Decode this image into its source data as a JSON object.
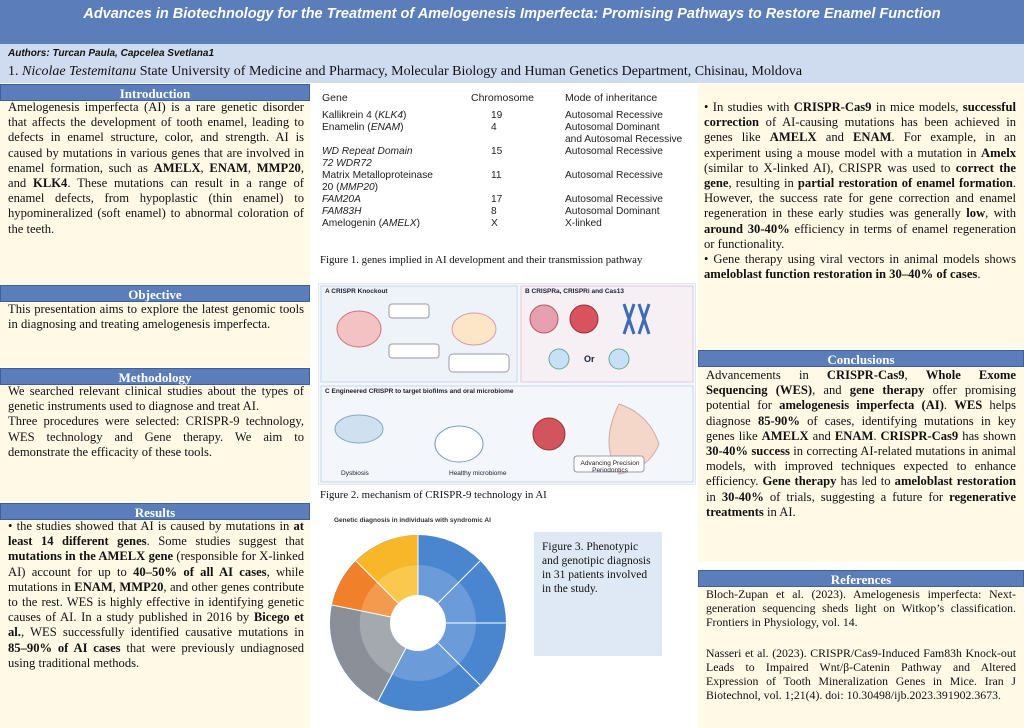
{
  "poster": {
    "title": "Advances in Biotechnology for the Treatment of Amelogenesis Imperfecta: Promising Pathways to Restore Enamel Function",
    "authors": "Authors: Turcan Paula, Capcelea Svetlana1",
    "affiliation_num": "1.",
    "affiliation_inst": "Nicolae Testemitanu",
    "affiliation_rest": "State University of Medicine and Pharmacy, Molecular Biology and Human Genetics Department, Chisinau, Moldova"
  },
  "sections": {
    "introduction": {
      "title": "Introduction",
      "t1": "Amelogenesis imperfecta (AI) is a rare genetic disorder that affects the development of tooth enamel, leading to defects in enamel structure, color, and strength. AI is caused by mutations in various genes that are involved in enamel formation, such as ",
      "b1": "AMELX",
      "t2": ", ",
      "b2": "ENAM",
      "t3": ", ",
      "b3": "MMP20",
      "t4": ", and ",
      "b4": "KLK4",
      "t5": ". These mutations can result in a range of enamel defects, from hypoplastic (thin enamel) to hypomineralized (soft enamel) to abnormal coloration of the teeth."
    },
    "objective": {
      "title": "Objective",
      "text": "This presentation aims to explore the latest genomic tools in diagnosing and treating amelogenesis imperfecta."
    },
    "methodology": {
      "title": "Methodology",
      "p1": "We searched relevant clinical studies about the types of genetic instruments used to diagnose and treat AI.",
      "p2": "Three procedures were selected: CRISPR-9 technology, WES technology and Gene therapy. We aim to demonstrate the efficacity of these tools."
    },
    "results": {
      "title": "Results",
      "t1": "• the studies showed that AI is caused by mutations in ",
      "b1": "at least 14 different genes",
      "t2": ". Some studies suggest that ",
      "b2": "mutations in the AMELX gene",
      "t3": " (responsible for X-linked AI) account for up to ",
      "b3": "40–50% of all AI cases",
      "t4": ", while mutations in ",
      "b4": "ENAM",
      "t5": ", ",
      "b5": "MMP20",
      "t6": ", and other genes contribute to the rest. WES is highly effective in identifying genetic causes of AI. In a study published in 2016 by ",
      "b6": "Bicego et al.",
      "t7": ", WES successfully identified causative mutations in ",
      "b7": "85–90% of AI cases",
      "t8": " that were previously undiagnosed using traditional methods."
    },
    "right_results": {
      "a1": "• In studies with ",
      "ab1": "CRISPR-Cas9",
      "a2": " in mice models, ",
      "ab2": "successful correction",
      "a3": " of AI-causing mutations has been achieved in genes like ",
      "ab3": "AMELX",
      "a4": " and ",
      "ab4": "ENAM",
      "a5": ". For example, in an experiment using a mouse model with a mutation in ",
      "ab5": "Amelx",
      "a6": " (similar to X-linked AI), CRISPR was used to ",
      "ab6": "correct the gene",
      "a7": ", resulting in ",
      "ab7": "partial restoration of enamel formation",
      "a8": ". However, the success rate for gene correction and enamel regeneration in these early studies was generally ",
      "ab8": "low",
      "a9": ", with ",
      "ab9": "around 30-40%",
      "a10": " efficiency in terms of enamel regeneration or functionality.",
      "g1": "• Gene therapy using viral vectors in animal models shows ",
      "gb1": "ameloblast function restoration in 30–40% of cases",
      "g2": "."
    },
    "conclusions": {
      "title": "Conclusions",
      "c1": "Advancements in ",
      "cb1": "CRISPR-Cas9",
      "c2": ", ",
      "cb2": "Whole Exome Sequencing (WES)",
      "c3": ", and ",
      "cb3": "gene therapy",
      "c4": " offer promising potential for ",
      "cb4": "amelogenesis imperfecta (AI)",
      "c5": ". ",
      "cb5": "WES",
      "c6": " helps diagnose ",
      "cb6": "85-90%",
      "c7": " of cases, identifying mutations in key genes like ",
      "cb7": "AMELX",
      "c8": " and ",
      "cb8": "ENAM",
      "c9": ". ",
      "cb9": "CRISPR-Cas9",
      "c10": " has shown ",
      "cb10": "30-40% success",
      "c11": " in correcting AI-related mutations in animal models, with improved techniques expected to enhance efficiency. ",
      "cb11": "Gene therapy",
      "c12": " has led to ",
      "cb12": "ameloblast restoration",
      "c13": " in ",
      "cb13": "30-40%",
      "c14": " of trials, suggesting a future for ",
      "cb14": "regenerative treatments",
      "c15": " in AI."
    },
    "references": {
      "title": "References",
      "r1": "Bloch-Zupan et al. (2023). Amelogenesis imperfecta: Next-generation sequencing sheds light on Witkop’s classification. Frontiers in Physiology, vol. 14.",
      "r2": "Nasseri et al. (2023). CRISPR/Cas9-Induced Fam83h Knock-out Leads to Impaired Wnt/β-Catenin Pathway and Altered Expression of Tooth Mineralization Genes in Mice. Iran J Biotechnol, vol. 1;21(4). doi: 10.30498/ijb.2023.391902.3673."
    }
  },
  "gene_table": {
    "headers": [
      "Gene",
      "Chromosome",
      "Mode of inheritance"
    ],
    "rows": [
      {
        "gene": "Kallikrein 4 (",
        "gene_i": "KLK4",
        "gene_end": ")",
        "chr": "19",
        "mode": "Autosomal Recessive"
      },
      {
        "gene": "Enamelin (",
        "gene_i": "ENAM",
        "gene_end": ")",
        "chr": "4",
        "mode": "Autosomal Dominant\n and Autosomal Recessive"
      },
      {
        "gene": "",
        "gene_i": "WD Repeat Domain\n 72 WDR72",
        "gene_end": "",
        "chr": "15",
        "mode": "Autosomal Recessive"
      },
      {
        "gene": "Matrix Metalloproteinase\n 20 (",
        "gene_i": "MMP20",
        "gene_end": ")",
        "chr": "11",
        "mode": "Autosomal Recessive"
      },
      {
        "gene": "",
        "gene_i": "FAM20A",
        "gene_end": "",
        "chr": "17",
        "mode": "Autosomal Recessive"
      },
      {
        "gene": "",
        "gene_i": "FAM83H",
        "gene_end": "",
        "chr": "8",
        "mode": "Autosomal Dominant"
      },
      {
        "gene": "Amelogenin (",
        "gene_i": "AMELX",
        "gene_end": ")",
        "chr": "X",
        "mode": "X-linked"
      }
    ]
  },
  "figures": {
    "fig1_caption": "Figure 1. genes implied in AI development and their transmission pathway",
    "fig2_caption": "Figure 2. mechanism of CRISPR-9 technology in AI",
    "fig2_panels": {
      "a": "A  CRISPR Knockout",
      "b": "B  CRISPRa, CRISPRi and Cas13",
      "c": "C  Engineered CRISPR to target biofilms and oral microbiome",
      "dysbiosis": "Dysbiosis",
      "healthy": "Healthy microbiome",
      "advancing": "Advancing Precision Periodontics",
      "or": "Or"
    },
    "fig3_caption": "Figure 3. Phenotypic and genotipic diagnosis in 31 patients involved in the study.",
    "pie_title": "Genetic diagnosis in individuals with syndromic AI"
  },
  "colors": {
    "banner": "#5b7dba",
    "section_bg": "#fff9e6",
    "pie_blue": "#4a86cf",
    "pie_gray": "#8a8f98",
    "pie_orange": "#f0802a",
    "pie_yellow": "#f7b728"
  }
}
